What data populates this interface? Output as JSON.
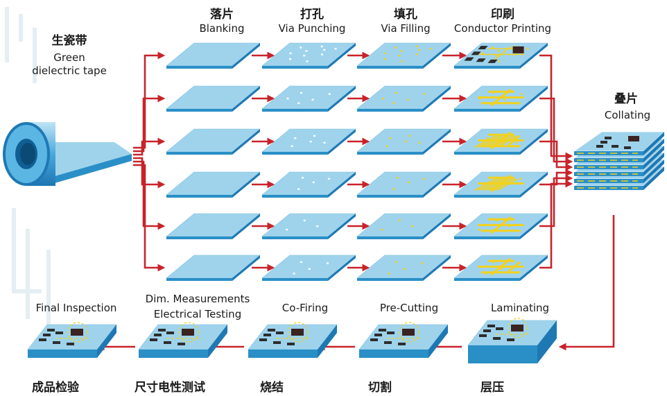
{
  "source": {
    "zh": "生瓷带",
    "en_line1": "Green",
    "en_line2": "dielectric tape"
  },
  "stages_top": [
    {
      "zh": "落片",
      "en": "Blanking"
    },
    {
      "zh": "打孔",
      "en": "Via Punching"
    },
    {
      "zh": "填孔",
      "en": "Via Filling"
    },
    {
      "zh": "印刷",
      "en": "Conductor Printing"
    }
  ],
  "collating": {
    "zh": "叠片",
    "en": "Collating"
  },
  "stages_bottom": [
    {
      "zh": "层压",
      "en": "Laminating"
    },
    {
      "zh": "切割",
      "en": "Pre-Cutting"
    },
    {
      "zh": "烧结",
      "en": "Co-Firing"
    },
    {
      "zh": "尺寸电性测试",
      "en_line1": "Dim. Measurements",
      "en_line2": "Electrical Testing"
    },
    {
      "zh": "成品检验",
      "en": "Final Inspection"
    }
  ],
  "colors": {
    "tape_light": "#9fd3ec",
    "tape_dark": "#2a8fc7",
    "tape_edge": "#1e78b4",
    "arrow": "#c8232a",
    "conductor": "#f2d11f",
    "pad": "#2d2d2d"
  },
  "layers": 6
}
